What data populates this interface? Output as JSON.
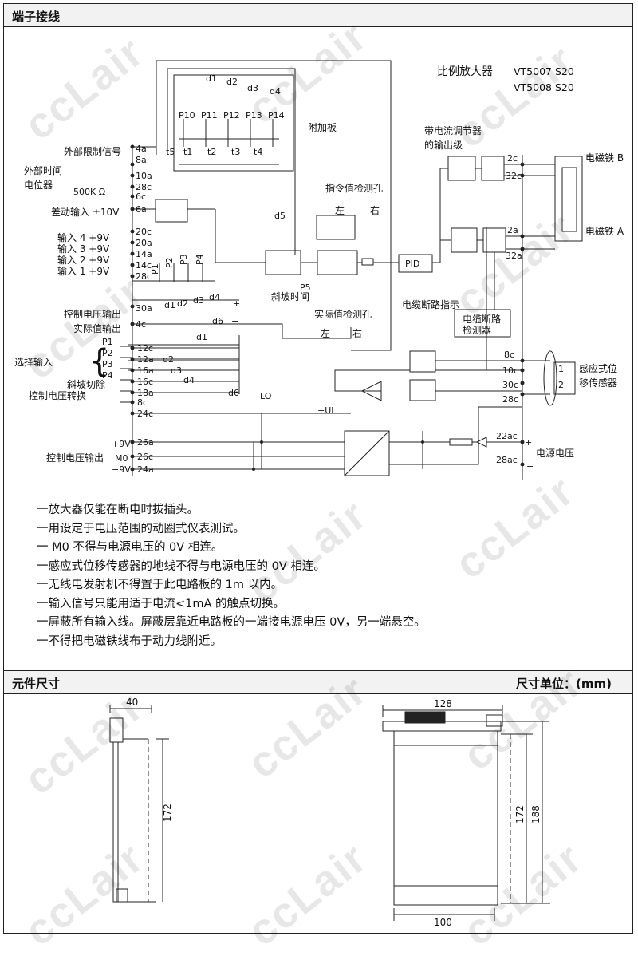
{
  "sections": {
    "terminal_title": "端子接线",
    "dimensions_title": "元件尺寸",
    "dimension_unit": "尺寸单位：(mm)"
  },
  "model": {
    "title": "比例放大器",
    "model1": "VT5007  S20",
    "model2": "VT5008  S20"
  },
  "labels": {
    "attached_board": "附加板",
    "ext_limit": "外部限制信号",
    "ext_pot_1": "外部时间",
    "ext_pot_2": "电位器",
    "pot_value": "500K Ω",
    "diff_input": "差动输入 ±10V",
    "cmd_test": "指令值检测孔",
    "left": "左",
    "right": "右",
    "current_regulator_1": "带电流调节器",
    "current_regulator_2": "的输出级",
    "magnet_b": "电磁铁 B",
    "magnet_a": "电磁铁 A",
    "input4": "输入 4  +9V",
    "input3": "输入 3  +9V",
    "input2": "输入 2  +9V",
    "input1": "输入 1  +9V",
    "ramp_time": "斜坡时间",
    "p5": "P5",
    "pid": "PID",
    "ctrl_out": "控制电压输出",
    "actual_out": "实际值输出",
    "actual_test": "实际值检测孔",
    "cable_break_ind": "电缆断路指示",
    "cable_break_det_1": "电缆断路",
    "cable_break_det_2": "检测器",
    "select_input": "选择输入",
    "ramp_cut": "斜坡切除",
    "ctrl_switch": "控制电压转换",
    "lo": "LO",
    "plus_ul": "+UL",
    "sensor_1": "感应式位",
    "sensor_2": "移传感器",
    "supply": "电源电压",
    "ctrl_out2": "控制电压输出",
    "p9v": "+9V",
    "m0": "M0",
    "m9v": "−9V",
    "plus": "+",
    "minus": "−"
  },
  "terminals": [
    "4a",
    "8a",
    "10a",
    "28c",
    "6c",
    "6a",
    "20c",
    "20a",
    "14a",
    "14c",
    "28c",
    "30a",
    "4c",
    "12c",
    "12a",
    "16a",
    "16c",
    "18a",
    "8c",
    "24c",
    "26a",
    "26c",
    "24a"
  ],
  "right_terminals": [
    "2c",
    "32c",
    "2a",
    "32a",
    "8c",
    "10c",
    "30c",
    "28c",
    "22ac",
    "28ac"
  ],
  "pots_top": [
    "P10",
    "P11",
    "P12",
    "P13",
    "P14"
  ],
  "diodes_top": [
    "d1",
    "d2",
    "d3",
    "d4"
  ],
  "switches_top": [
    "t5",
    "t1",
    "t2",
    "t3",
    "t4"
  ],
  "pots_low": [
    "P1",
    "P2",
    "P3",
    "P4"
  ],
  "d_low": [
    "d1",
    "d2",
    "d3",
    "d4"
  ],
  "d_right": [
    "d1",
    "d2",
    "d3",
    "d4",
    "d5",
    "d6"
  ],
  "select_p": [
    "P1",
    "P2",
    "P3",
    "P4"
  ],
  "notes": [
    "一放大器仅能在断电时拔插头。",
    "一用设定于电压范围的动圈式仪表测试。",
    "一 M0 不得与电源电压的 0V 相连。",
    "一感应式位移传感器的地线不得与电源电压的 0V 相连。",
    "一无线电发射机不得置于此电路板的 1m 以内。",
    "一输入信号只能用适于电流<1mA 的触点切换。",
    "一屏蔽所有输入线。屏蔽层靠近电路板的一端接电源电压 0V，另一端悬空。",
    "一不得把电磁铁线布于动力线附近。"
  ],
  "dims": {
    "side_width": "40",
    "side_height": "172",
    "front_width": "128",
    "front_height_inner": "172",
    "front_height_outer": "188",
    "front_bottom": "100"
  },
  "watermark": "ccLair"
}
